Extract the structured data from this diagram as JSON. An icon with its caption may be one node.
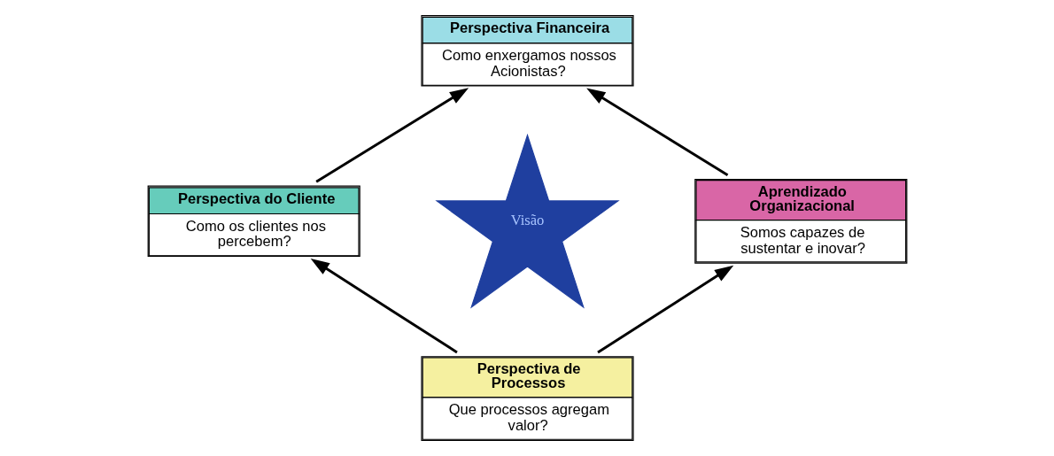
{
  "diagram": {
    "nodes": [
      {
        "text": [
          "Perspectiva Financeira",
          "Como enxergamos nossos Acionistas?"
        ]
      },
      {
        "text": [
          "Perspectiva do Cliente",
          "Como os clientes nos percebem?"
        ]
      },
      {
        "text": [
          "Visão"
        ]
      },
      {
        "text": [
          "Aprendizado Organizacional",
          "Somos capazes de sustentar e inovar?"
        ]
      },
      {
        "text": [
          "Perspectiva de Processos",
          "Que processos agregam valor?"
        ]
      }
    ],
    "edges": [
      {
        "from": 1,
        "to": 0,
        "arrow": "to"
      },
      {
        "from": 3,
        "to": 0,
        "arrow": "to"
      },
      {
        "from": 4,
        "to": 1,
        "arrow": "to"
      },
      {
        "from": 4,
        "to": 3,
        "arrow": "to"
      }
    ]
  }
}
